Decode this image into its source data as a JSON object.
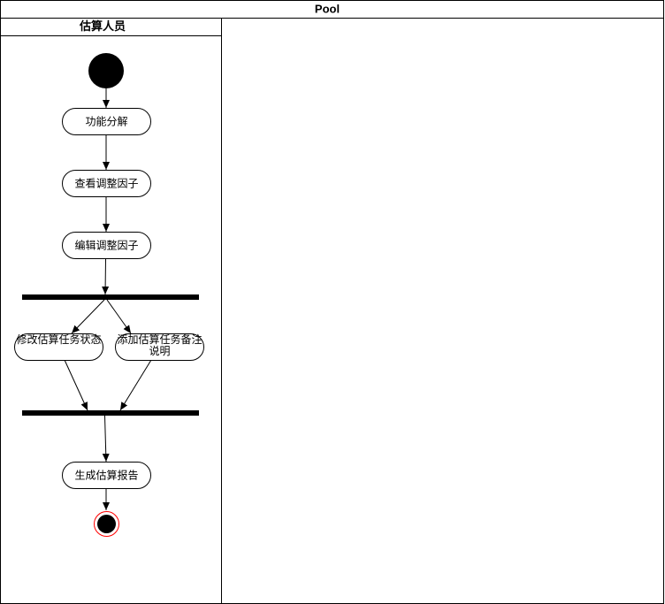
{
  "pool": {
    "title": "Pool",
    "lanes": [
      {
        "title": "估算人员"
      },
      {
        "title": ""
      }
    ]
  },
  "activities": {
    "decompose": "功能分解",
    "view_factors": "查看调整因子",
    "edit_factors": "编辑调整因子",
    "modify_status": "修改估算任务状态",
    "add_note_line1": "添加估算任务备注",
    "add_note_line2": "说明",
    "generate_report": "生成估算报告"
  }
}
